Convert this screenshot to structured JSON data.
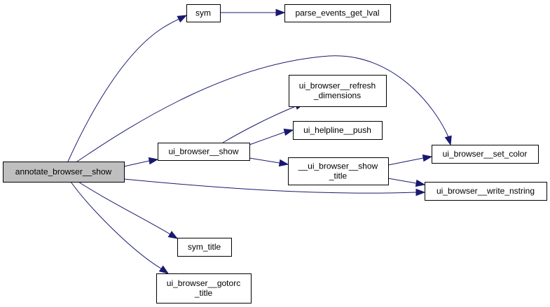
{
  "diagram": {
    "type": "call-graph",
    "edge_color": "#191970",
    "root_fill": "#bfbfbf",
    "node_fill": "#ffffff",
    "nodes": [
      {
        "id": "annotate_browser__show",
        "lines": [
          "annotate_browser__show"
        ],
        "root": true
      },
      {
        "id": "sym",
        "lines": [
          "sym"
        ]
      },
      {
        "id": "parse_events_get_lval",
        "lines": [
          "parse_events_get_lval"
        ]
      },
      {
        "id": "ui_browser__refresh_dimensions",
        "lines": [
          "ui_browser__refresh",
          "_dimensions"
        ]
      },
      {
        "id": "ui_helpline__push",
        "lines": [
          "ui_helpline__push"
        ]
      },
      {
        "id": "ui_browser__show",
        "lines": [
          "ui_browser__show"
        ]
      },
      {
        "id": "__ui_browser__show_title",
        "lines": [
          "__ui_browser__show",
          "_title"
        ]
      },
      {
        "id": "ui_browser__set_color",
        "lines": [
          "ui_browser__set_color"
        ]
      },
      {
        "id": "ui_browser__write_nstring",
        "lines": [
          "ui_browser__write_nstring"
        ]
      },
      {
        "id": "sym_title",
        "lines": [
          "sym_title"
        ]
      },
      {
        "id": "ui_browser__gotorc_title",
        "lines": [
          "ui_browser__gotorc",
          "_title"
        ]
      }
    ],
    "edges": [
      {
        "from": "annotate_browser__show",
        "to": "sym"
      },
      {
        "from": "sym",
        "to": "parse_events_get_lval"
      },
      {
        "from": "annotate_browser__show",
        "to": "ui_browser__set_color"
      },
      {
        "from": "annotate_browser__show",
        "to": "ui_browser__show"
      },
      {
        "from": "ui_browser__show",
        "to": "ui_browser__refresh_dimensions"
      },
      {
        "from": "ui_browser__show",
        "to": "ui_helpline__push"
      },
      {
        "from": "ui_browser__show",
        "to": "__ui_browser__show_title"
      },
      {
        "from": "__ui_browser__show_title",
        "to": "ui_browser__set_color"
      },
      {
        "from": "__ui_browser__show_title",
        "to": "ui_browser__write_nstring"
      },
      {
        "from": "annotate_browser__show",
        "to": "ui_browser__write_nstring"
      },
      {
        "from": "annotate_browser__show",
        "to": "sym_title"
      },
      {
        "from": "annotate_browser__show",
        "to": "ui_browser__gotorc_title"
      }
    ]
  }
}
